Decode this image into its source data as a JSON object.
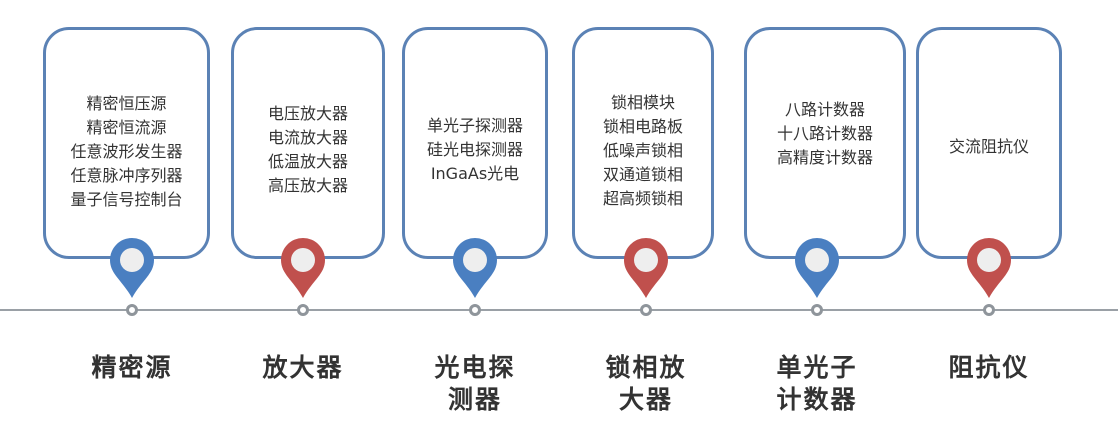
{
  "colors": {
    "card_border": "#5b82b5",
    "pin_blue": "#4a7fc1",
    "pin_red": "#c0504d",
    "pin_center": "#eeeeee",
    "timeline": "#9aa0a6"
  },
  "categories": [
    {
      "label_lines": [
        "精密源"
      ],
      "pin_color": "blue",
      "items": [
        "精密恒压源",
        "精密恒流源",
        "任意波形发生器",
        "任意脉冲序列器",
        "量子信号控制台"
      ]
    },
    {
      "label_lines": [
        "放大器"
      ],
      "pin_color": "red",
      "items": [
        "电压放大器",
        "电流放大器",
        "低温放大器",
        "高压放大器"
      ]
    },
    {
      "label_lines": [
        "光电探",
        "测器"
      ],
      "pin_color": "blue",
      "items": [
        "单光子探测器",
        "硅光电探测器",
        "InGaAs光电"
      ]
    },
    {
      "label_lines": [
        "锁相放",
        "大器"
      ],
      "pin_color": "red",
      "items": [
        "锁相模块",
        "锁相电路板",
        "低噪声锁相",
        "双通道锁相",
        "超高频锁相"
      ]
    },
    {
      "label_lines": [
        "单光子",
        "计数器"
      ],
      "pin_color": "blue",
      "items": [
        "八路计数器",
        "十八路计数器",
        "高精度计数器"
      ]
    },
    {
      "label_lines": [
        "阻抗仪"
      ],
      "pin_color": "red",
      "items": [
        "交流阻抗仪"
      ]
    }
  ]
}
